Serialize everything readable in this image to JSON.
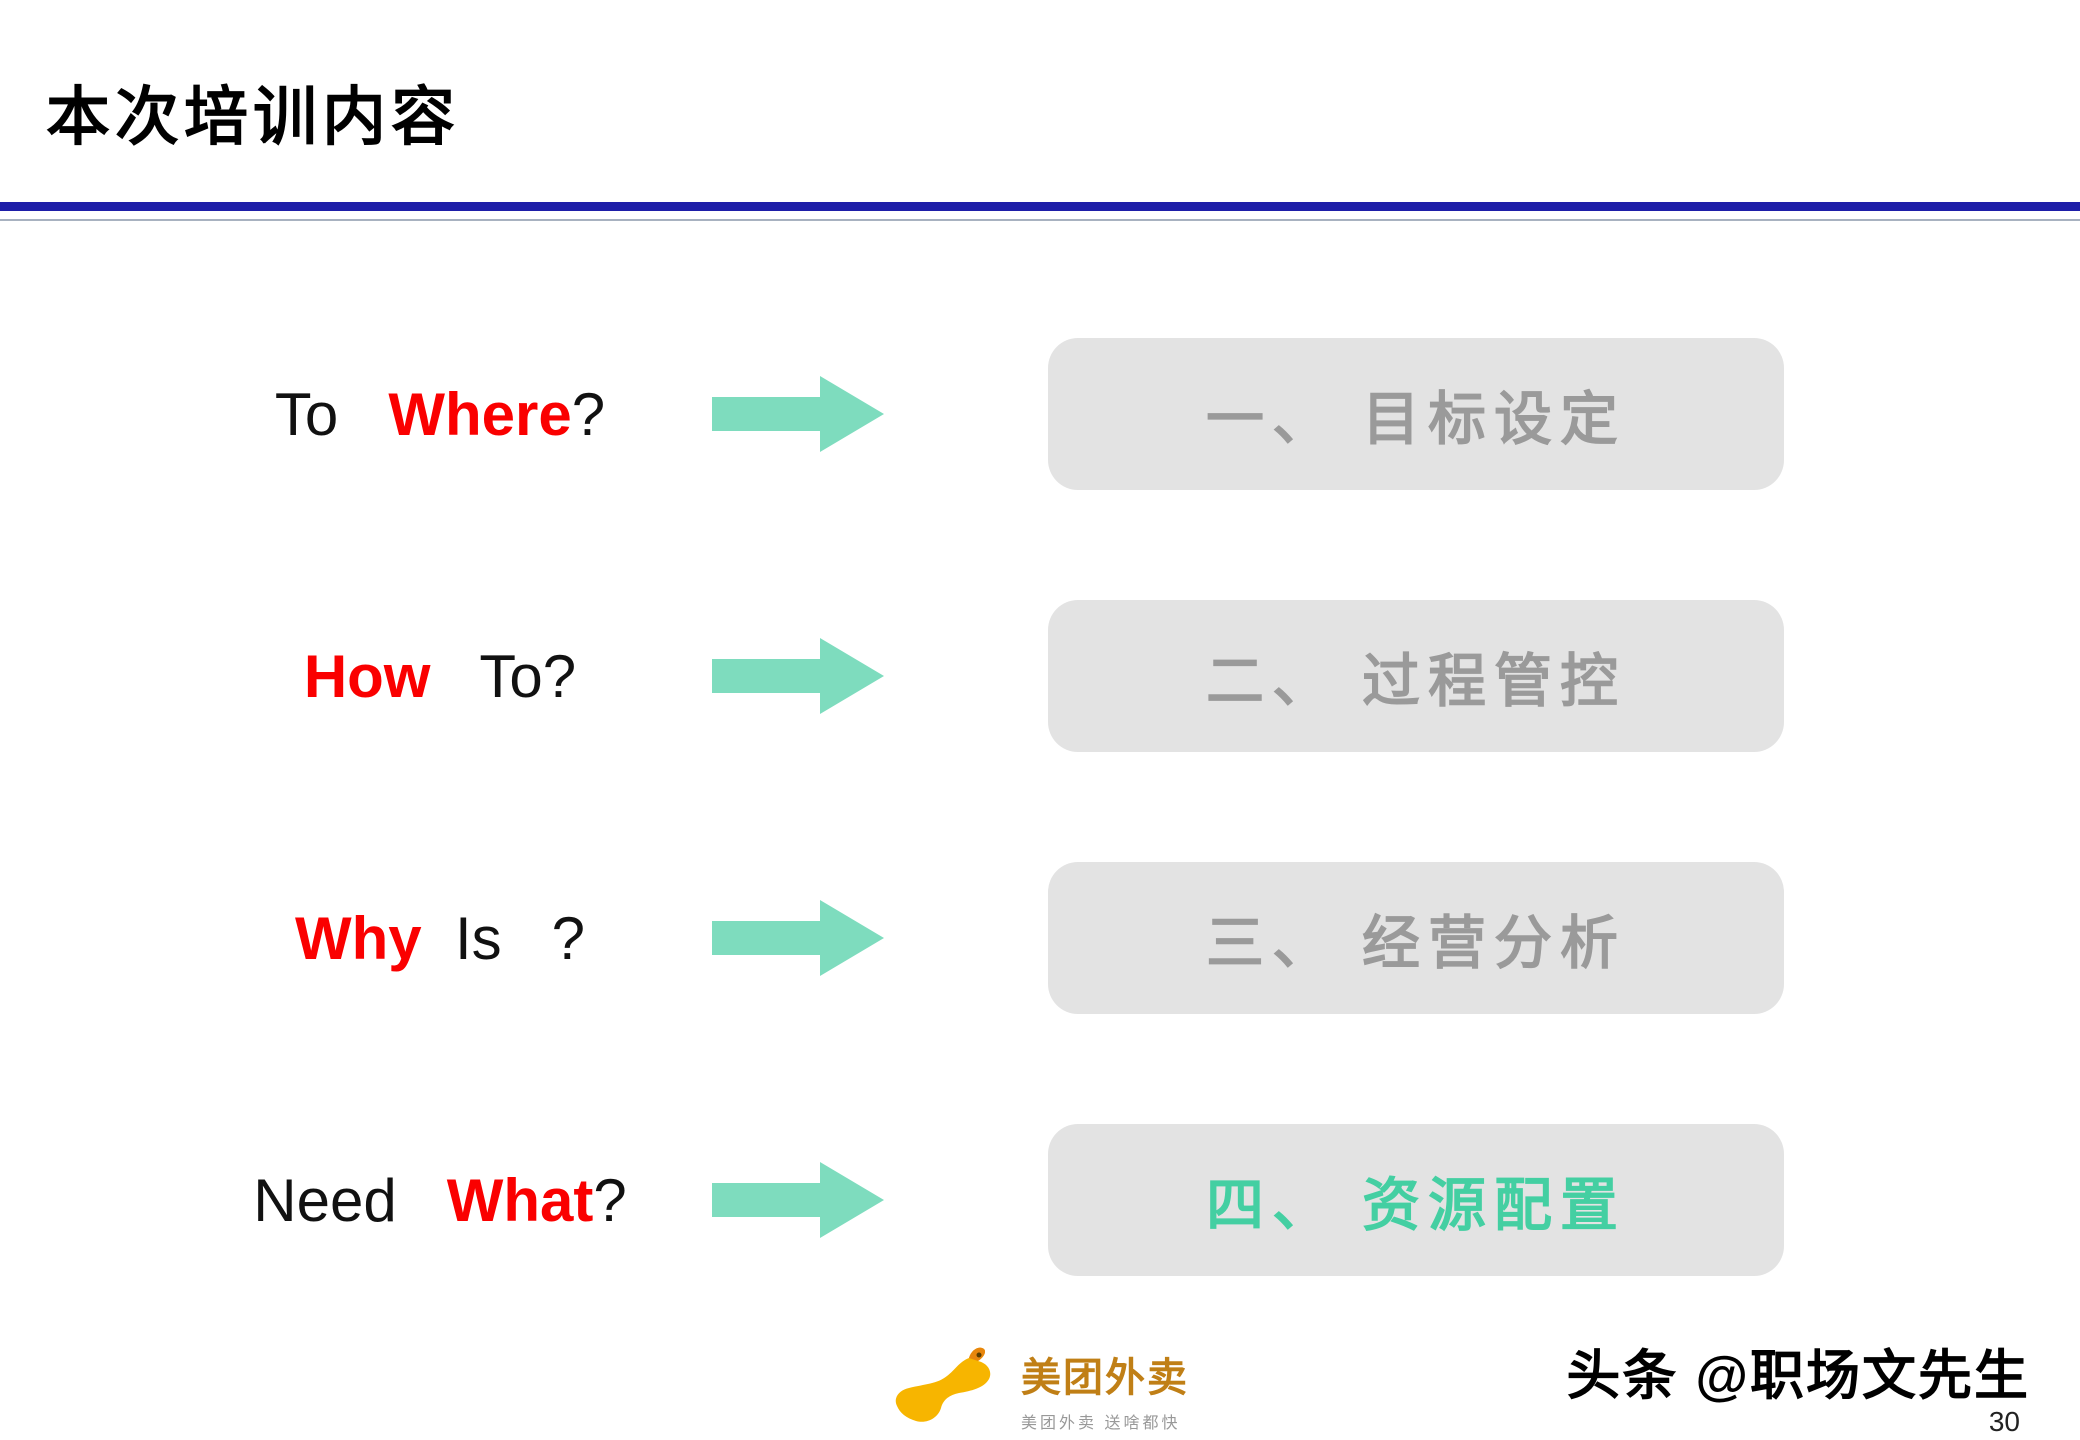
{
  "title": "本次培训内容",
  "rows": [
    {
      "pre": "To   ",
      "key": "Where",
      "post": "?",
      "box": "一、 目标设定",
      "highlighted": false
    },
    {
      "pre": "",
      "key": "How",
      "post": "   To?",
      "box": "二、 过程管控",
      "highlighted": false
    },
    {
      "pre": "",
      "key": "Why",
      "post": "  Is   ?",
      "box": "三、 经营分析",
      "highlighted": false
    },
    {
      "pre": "Need   ",
      "key": "What",
      "post": "?",
      "box": "四、 资源配置",
      "highlighted": true
    }
  ],
  "footer": {
    "logo_name": "美团外卖",
    "logo_tagline": "美团外卖 送啥都快",
    "watermark": "头条 @职场文先生",
    "page_number": "30"
  },
  "colors": {
    "keyword_red": "#fa0000",
    "arrow_green": "#7edcbe",
    "box_background": "#e3e3e3",
    "box_text_gray": "#9a9a9a",
    "box_text_highlight": "#44cfa2",
    "divider_blue": "#1e1ea8",
    "logo_gold": "#f7b500"
  }
}
